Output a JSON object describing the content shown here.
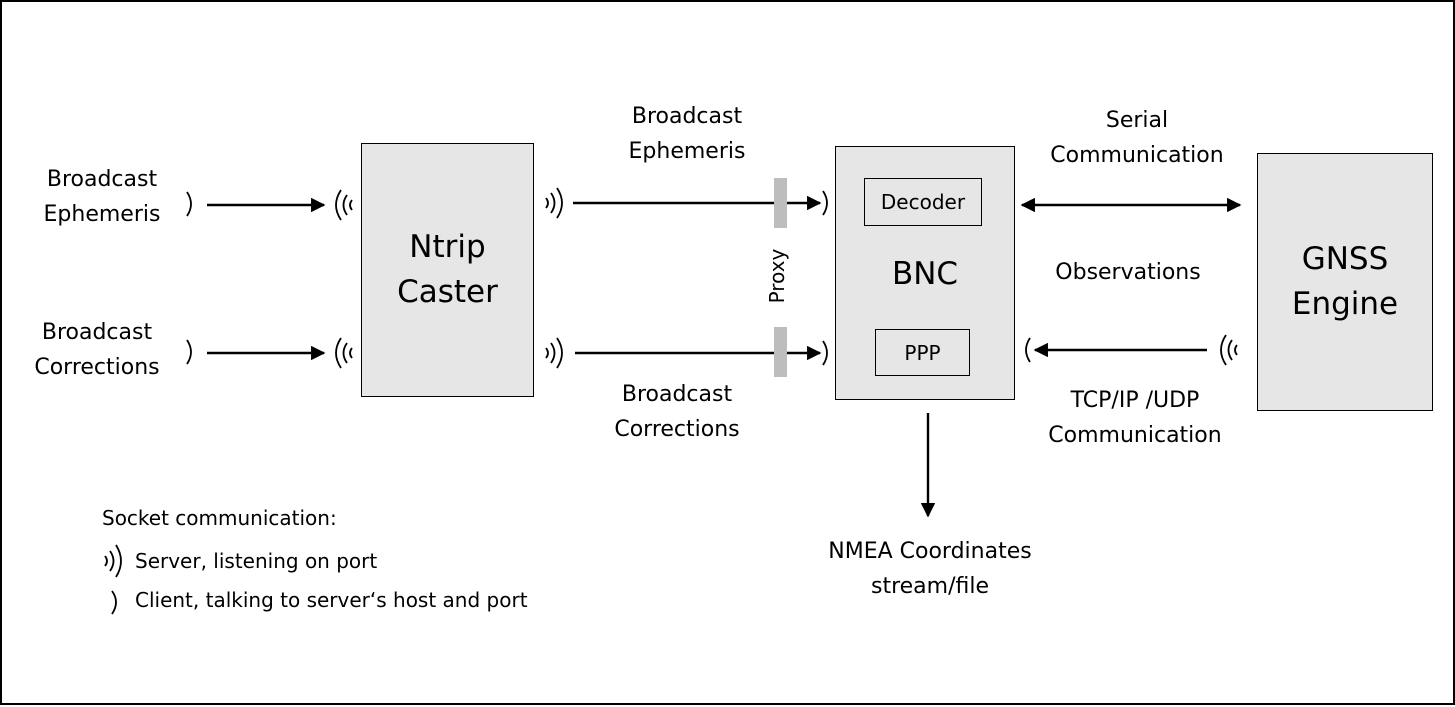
{
  "inputs": {
    "ephemeris_lines": [
      "Broadcast",
      "Ephemeris"
    ],
    "corrections_lines": [
      "Broadcast",
      "Corrections"
    ]
  },
  "caster": {
    "lines": [
      "Ntrip",
      "Caster"
    ]
  },
  "mid_labels": {
    "ephemeris_lines": [
      "Broadcast",
      "Ephemeris"
    ],
    "corrections_lines": [
      "Broadcast",
      "Corrections"
    ],
    "proxy": "Proxy"
  },
  "bnc": {
    "title": "BNC",
    "decoder": "Decoder",
    "ppp": "PPP"
  },
  "right_labels": {
    "serial_lines": [
      "Serial",
      "Communication"
    ],
    "observations": "Observations",
    "tcp_lines": [
      "TCP/IP /UDP",
      "Communication"
    ]
  },
  "gnss": {
    "lines": [
      "GNSS",
      "Engine"
    ]
  },
  "output": {
    "lines": [
      "NMEA Coordinates",
      "stream/file"
    ]
  },
  "legend": {
    "title": "Socket communication:",
    "server": "Server, listening on port",
    "client": "Client, talking to server‘s host and port"
  },
  "icons": {
    "server_socket": "server-socket-icon",
    "client_socket": "client-socket-icon"
  }
}
